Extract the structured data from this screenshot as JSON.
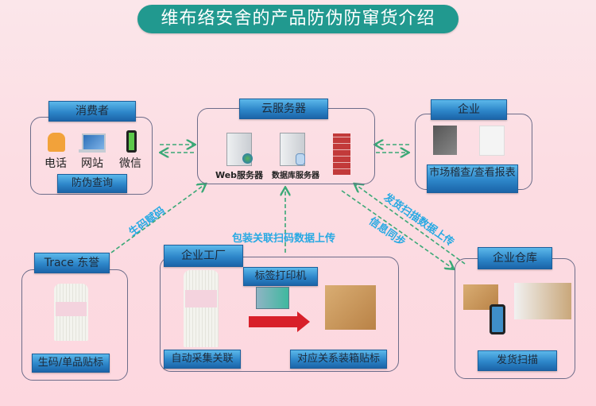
{
  "title": "维布络安舍的产品防伪防窜货介绍",
  "nodes": {
    "consumer": {
      "label": "消费者",
      "items": [
        "电话",
        "网站",
        "微信"
      ],
      "footer": "防伪查询"
    },
    "cloud": {
      "label": "云服务器",
      "items": [
        "Web服务器",
        "数据库服务器"
      ],
      "firewall_icon": "firewall-icon"
    },
    "enterprise": {
      "label": "企业",
      "footer": "市场稽查/查看报表"
    },
    "trace": {
      "label": "Trace 东誉",
      "footer": "生码/单品贴标"
    },
    "factory": {
      "label": "企业工厂",
      "printer_label": "标签打印机",
      "left_footer": "自动采集关联",
      "right_footer": "对应关系装箱贴标"
    },
    "warehouse": {
      "label": "企业仓库",
      "footer": "发货扫描"
    }
  },
  "edges": {
    "generate_code": "生码赋码",
    "package_upload": "包装关联扫码数据上传",
    "shipping_upload": "发货扫描数据上传",
    "info_sync": "信息同步"
  },
  "colors": {
    "title_bg": "#21998f",
    "label_blue": "#2d86c9",
    "annotation": "#27a9e3",
    "arrow_green": "#3aa876",
    "panel_border": "#6d6d8a"
  }
}
